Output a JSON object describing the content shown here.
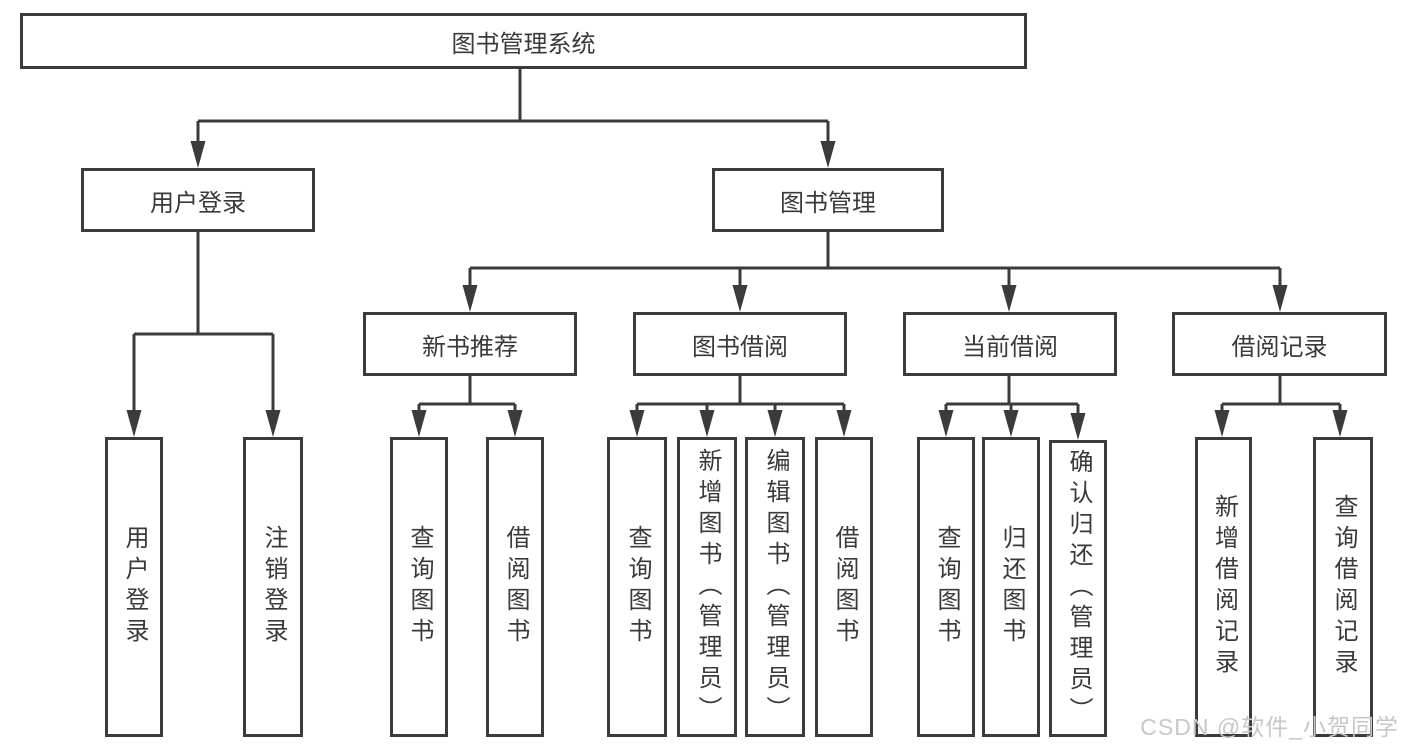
{
  "colors": {
    "stroke": "#3b3b3b",
    "text": "#3a3a3a",
    "watermark": "#c7c7c7"
  },
  "nodes": {
    "root": {
      "label": "图书管理系统"
    },
    "level2": [
      {
        "label": "用户登录"
      },
      {
        "label": "图书管理"
      }
    ],
    "level3": [
      {
        "label": "新书推荐"
      },
      {
        "label": "图书借阅"
      },
      {
        "label": "当前借阅"
      },
      {
        "label": "借阅记录"
      }
    ],
    "leaves": {
      "user_login": [
        {
          "label": "用户登录"
        },
        {
          "label": "注销登录"
        }
      ],
      "new_book": [
        {
          "label": "查询图书"
        },
        {
          "label": "借阅图书"
        }
      ],
      "book_borrow": [
        {
          "label": "查询图书"
        },
        {
          "label": "新增图书（管理员）"
        },
        {
          "label": "编辑图书（管理员）"
        },
        {
          "label": "借阅图书"
        }
      ],
      "current_borrow": [
        {
          "label": "查询图书"
        },
        {
          "label": "归还图书"
        },
        {
          "label": "确认归还（管理员）"
        }
      ],
      "borrow_record": [
        {
          "label": "新增借阅记录"
        },
        {
          "label": "查询借阅记录"
        }
      ]
    }
  },
  "watermark": {
    "text": "CSDN @软件_小贺同学"
  }
}
